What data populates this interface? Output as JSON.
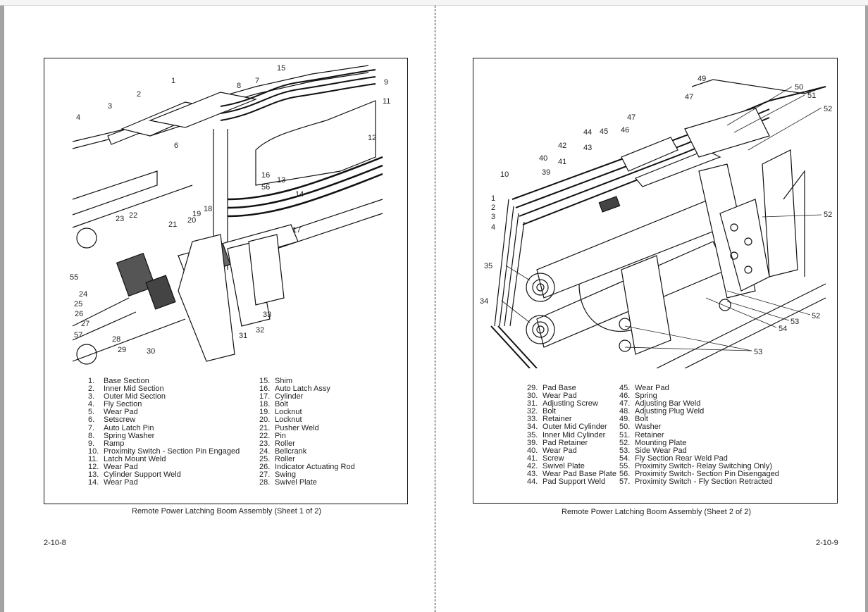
{
  "pages": [
    {
      "page_number": "2-10-8",
      "caption": "Remote Power Latching Boom Assembly (Sheet 1 of 2)",
      "callouts": [
        "1",
        "2",
        "3",
        "4",
        "6",
        "7",
        "8",
        "9",
        "11",
        "12",
        "13",
        "14",
        "15",
        "16",
        "56",
        "17",
        "18",
        "19",
        "20",
        "21",
        "22",
        "23",
        "55",
        "24",
        "25",
        "26",
        "27",
        "57",
        "28",
        "29",
        "30",
        "31",
        "32",
        "33"
      ],
      "parts_col1": [
        {
          "num": "1.",
          "name": "Base Section"
        },
        {
          "num": "2.",
          "name": "Inner Mid Section"
        },
        {
          "num": "3.",
          "name": "Outer Mid Section"
        },
        {
          "num": "4.",
          "name": "Fly Section"
        },
        {
          "num": "5.",
          "name": "Wear Pad"
        },
        {
          "num": "6.",
          "name": "Setscrew"
        },
        {
          "num": "7.",
          "name": "Auto Latch Pin"
        },
        {
          "num": "8.",
          "name": "Spring Washer"
        },
        {
          "num": "9.",
          "name": "Ramp"
        },
        {
          "num": "10.",
          "name": "Proximity Switch - Section Pin Engaged"
        },
        {
          "num": "11.",
          "name": "Latch Mount Weld"
        },
        {
          "num": "12.",
          "name": "Wear Pad"
        },
        {
          "num": "13.",
          "name": "Cylinder Support Weld"
        },
        {
          "num": "14.",
          "name": "Wear Pad"
        }
      ],
      "parts_col2": [
        {
          "num": "15.",
          "name": "Shim"
        },
        {
          "num": "16.",
          "name": "Auto Latch Assy"
        },
        {
          "num": "17.",
          "name": "Cylinder"
        },
        {
          "num": "18.",
          "name": "Bolt"
        },
        {
          "num": "19.",
          "name": "Locknut"
        },
        {
          "num": "20.",
          "name": "Locknut"
        },
        {
          "num": "21.",
          "name": "Pusher Weld"
        },
        {
          "num": "22.",
          "name": "Pin"
        },
        {
          "num": "23.",
          "name": "Roller"
        },
        {
          "num": "24.",
          "name": "Bellcrank"
        },
        {
          "num": "25.",
          "name": "Roller"
        },
        {
          "num": "26.",
          "name": "Indicator Actuating Rod"
        },
        {
          "num": "27.",
          "name": "Swing"
        },
        {
          "num": "28.",
          "name": "Swivel Plate"
        }
      ]
    },
    {
      "page_number": "2-10-9",
      "caption": "Remote Power Latching Boom Assembly (Sheet 2 of 2)",
      "callouts": [
        "49",
        "50",
        "51",
        "52",
        "47",
        "47",
        "44",
        "45",
        "46",
        "43",
        "42",
        "41",
        "40",
        "39",
        "10",
        "1",
        "2",
        "3",
        "4",
        "52",
        "35",
        "34",
        "52",
        "53",
        "54",
        "53"
      ],
      "parts_col1": [
        {
          "num": "29.",
          "name": "Pad Base"
        },
        {
          "num": "30.",
          "name": "Wear Pad"
        },
        {
          "num": "31.",
          "name": "Adjusting Screw"
        },
        {
          "num": "32.",
          "name": "Bolt"
        },
        {
          "num": "33.",
          "name": "Retainer"
        },
        {
          "num": "34.",
          "name": "Outer Mid Cylinder"
        },
        {
          "num": "35.",
          "name": "Inner Mid Cylinder"
        },
        {
          "num": "39.",
          "name": "Pad Retainer"
        },
        {
          "num": "40.",
          "name": "Wear Pad"
        },
        {
          "num": "41.",
          "name": "Screw"
        },
        {
          "num": "42.",
          "name": "Swivel Plate"
        },
        {
          "num": "43.",
          "name": "Wear Pad Base Plate"
        },
        {
          "num": "44.",
          "name": "Pad Support Weld"
        }
      ],
      "parts_col2": [
        {
          "num": "45.",
          "name": "Wear Pad"
        },
        {
          "num": "46.",
          "name": "Spring"
        },
        {
          "num": "47.",
          "name": "Adjusting Bar Weld"
        },
        {
          "num": "48.",
          "name": "Adjusting Plug Weld"
        },
        {
          "num": "49.",
          "name": "Bolt"
        },
        {
          "num": "50.",
          "name": "Washer"
        },
        {
          "num": "51.",
          "name": "Retainer"
        },
        {
          "num": "52.",
          "name": "Mounting Plate"
        },
        {
          "num": "53.",
          "name": "Side Wear Pad"
        },
        {
          "num": "54.",
          "name": "Fly Section Rear Weld Pad"
        },
        {
          "num": "55.",
          "name": "Proximity Switch- Relay Switching Only)"
        },
        {
          "num": "56.",
          "name": "Proximity Switch- Section Pin Disengaged"
        },
        {
          "num": "57.",
          "name": "Proximity Switch - Fly Section Retracted"
        }
      ]
    }
  ]
}
